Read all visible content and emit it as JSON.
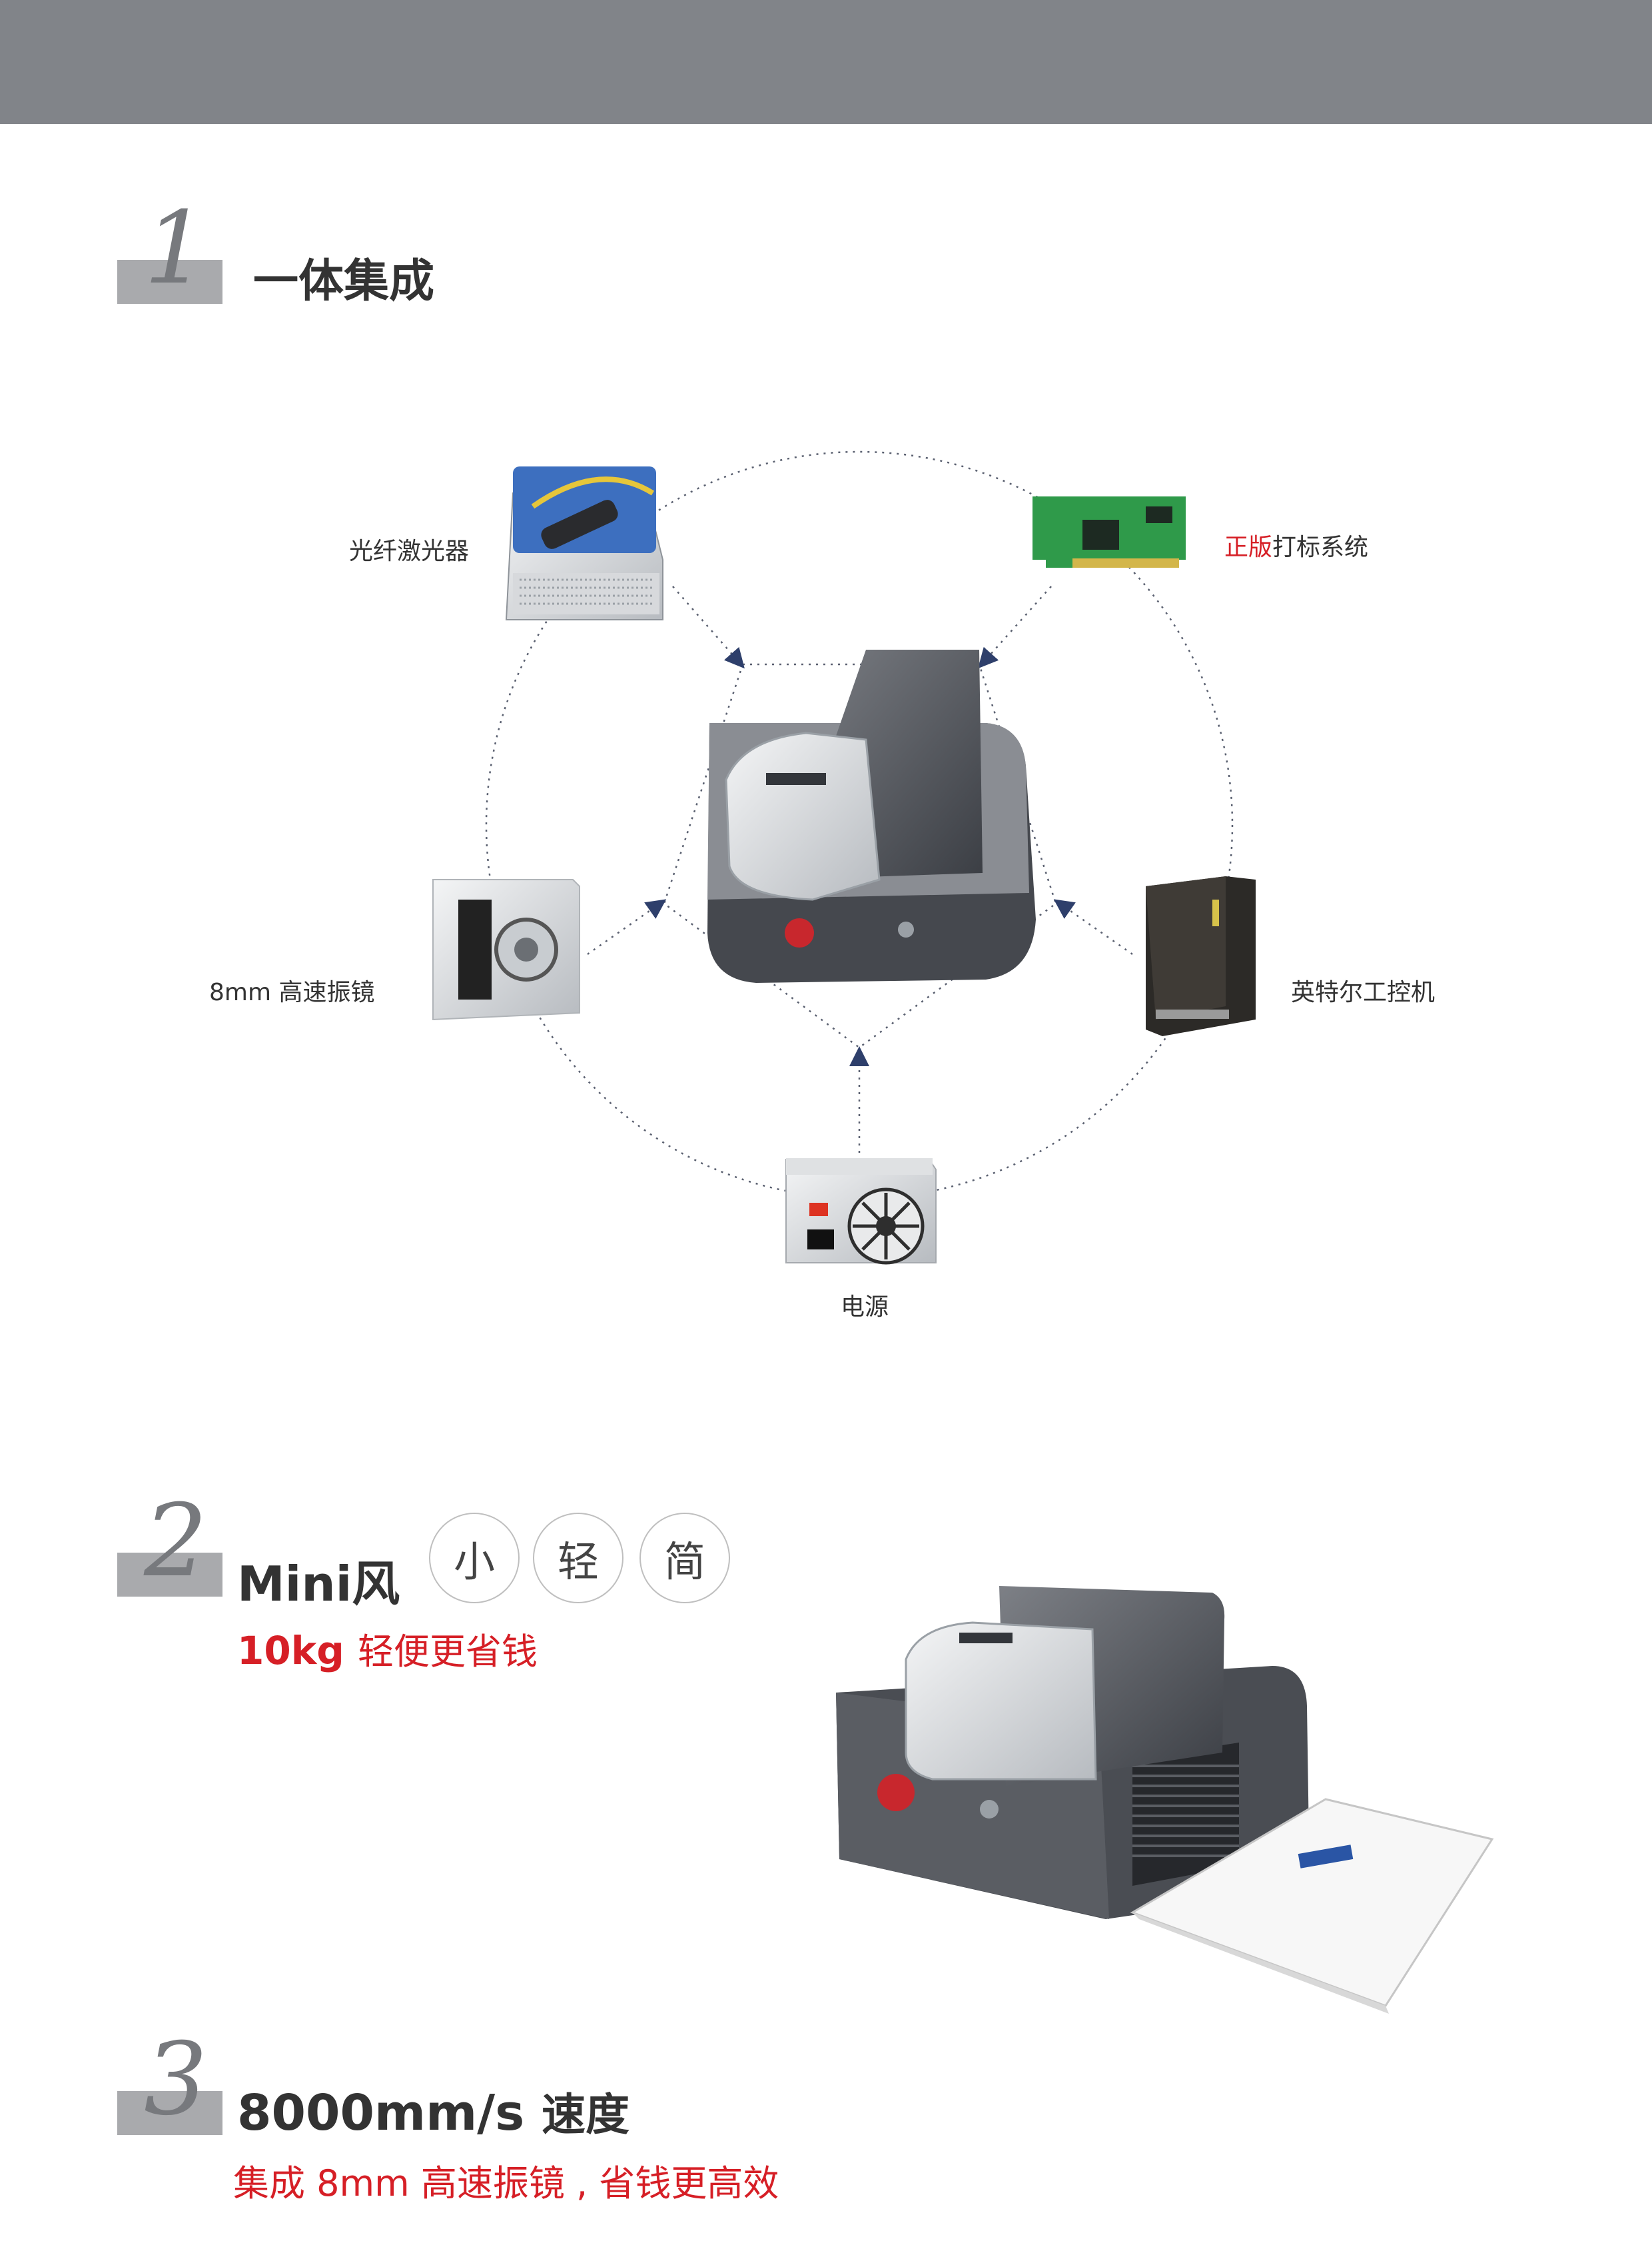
{
  "sections": [
    {
      "number": "1",
      "title": "一体集成"
    },
    {
      "number": "2",
      "title": "Mini风",
      "chips": [
        "小",
        "轻",
        "简"
      ],
      "subtitle_bold": "10kg",
      "subtitle_text": "轻便更省钱"
    },
    {
      "number": "3",
      "title_bold": "8000mm/s",
      "title_text": "速度",
      "subtitle": "集成 8mm 高速振镜 , 省钱更高效"
    }
  ],
  "diagram": {
    "fiber_laser": "光纤激光器",
    "software_red": "正版",
    "software_rest": "打标系统",
    "galvo": "8mm 高速振镜",
    "intel_pc": "英特尔工控机",
    "power": "电源"
  },
  "colors": {
    "topbar": "#818489",
    "accent_red": "#d61f26",
    "number_bar": "#a9aaad"
  },
  "icons": [
    "fiber-laser-source-icon",
    "control-board-icon",
    "galvo-scanner-icon",
    "industrial-pc-icon",
    "power-supply-icon",
    "marking-machine-illustration",
    "manual-booklet-illustration"
  ]
}
